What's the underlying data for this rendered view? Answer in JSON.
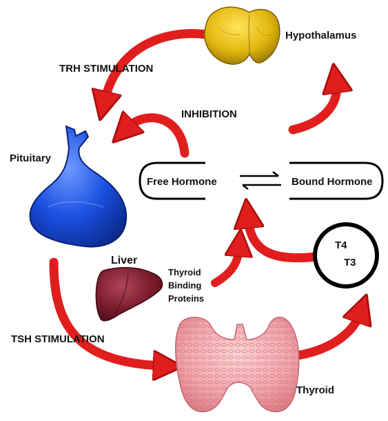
{
  "labels": {
    "hypothalamus": "Hypothalamus",
    "trh_stimulation": "TRH STIMULATION",
    "inhibition": "INHIBITION",
    "pituitary": "Pituitary",
    "free_hormone": "Free Hormone",
    "bound_hormone": "Bound Hormone",
    "liver": "Liver",
    "thyroid_binding_line1": "Thyroid",
    "thyroid_binding_line2": "Binding",
    "thyroid_binding_line3": "Proteins",
    "tsh_stimulation": "TSH STIMULATION",
    "t4": "T4",
    "t3": "T3",
    "thyroid": "Thyroid"
  },
  "colors": {
    "arrow_red": "#e01e1e",
    "arrow_dark": "#a80d0d",
    "hypothalamus_gold": "#e3b80f",
    "pituitary_blue": "#1a4fe0",
    "liver_maroon": "#7a1a2c",
    "thyroid_pink": "#f2a7ad"
  },
  "icons": {
    "hypothalamus": "hypothalamus-organ-icon",
    "pituitary": "pituitary-gland-icon",
    "liver": "liver-organ-icon",
    "thyroid": "thyroid-gland-icon",
    "equilibrium": "reversible-reaction-arrows-icon"
  }
}
